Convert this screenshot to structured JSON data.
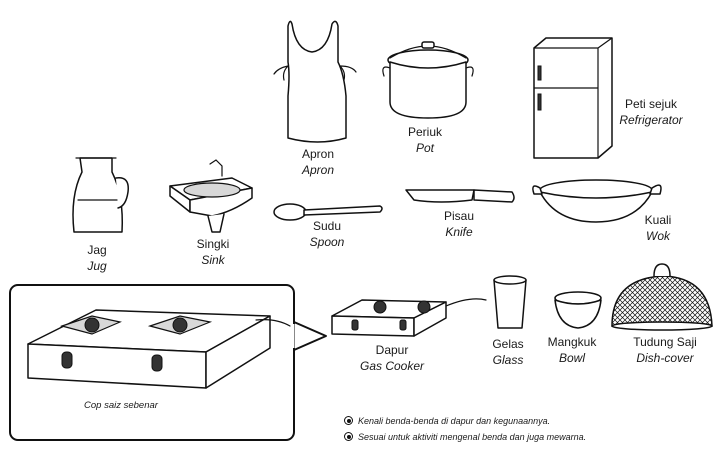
{
  "items": {
    "apron": {
      "ms": "Apron",
      "en": "Apron"
    },
    "pot": {
      "ms": "Periuk",
      "en": "Pot"
    },
    "fridge": {
      "ms": "Peti sejuk",
      "en": "Refrigerator"
    },
    "jug": {
      "ms": "Jag",
      "en": "Jug"
    },
    "sink": {
      "ms": "Singki",
      "en": "Sink"
    },
    "spoon": {
      "ms": "Sudu",
      "en": "Spoon"
    },
    "knife": {
      "ms": "Pisau",
      "en": "Knife"
    },
    "wok": {
      "ms": "Kuali",
      "en": "Wok"
    },
    "cooker": {
      "ms": "Dapur",
      "en": "Gas Cooker"
    },
    "glass": {
      "ms": "Gelas",
      "en": "Glass"
    },
    "bowl": {
      "ms": "Mangkuk",
      "en": "Bowl"
    },
    "dishcover": {
      "ms": "Tudung Saji",
      "en": "Dish-cover"
    }
  },
  "stamp_caption": "Cop saiz sebenar",
  "notes": [
    "Kenali benda-benda di dapur dan kegunaannya.",
    "Sesuai untuk aktiviti mengenal benda dan juga mewarna."
  ]
}
